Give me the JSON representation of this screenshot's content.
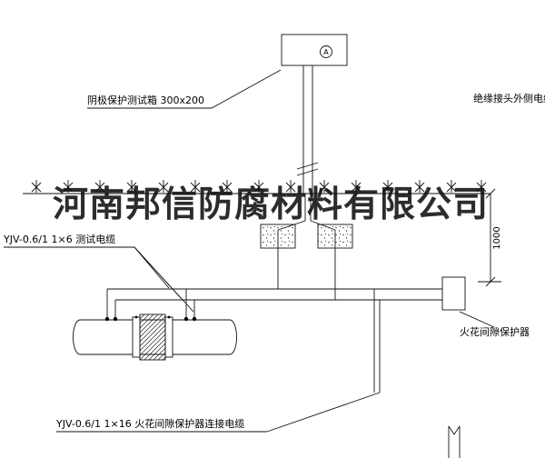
{
  "watermark": "河南邦信防腐材料有限公司",
  "labels": {
    "test_box": "阴极保护测试箱 300x200",
    "outer_cable": "绝缘接头外侧电缆",
    "test_cable": "YJV-0.6/1 1×6  测试电缆",
    "spark_gap": "火花间隙保护器",
    "connection_cable": "YJV-0.6/1 1×16  火花间隙保护器连接电缆",
    "dimension": "1000",
    "ammeter": "A"
  },
  "colors": {
    "line": "#111111",
    "background": "#ffffff"
  }
}
